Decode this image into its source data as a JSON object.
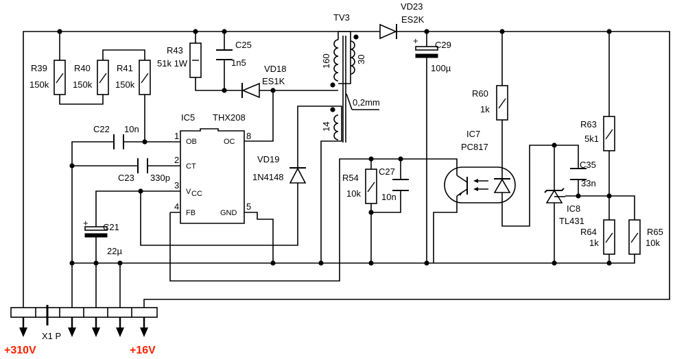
{
  "components": {
    "r39": {
      "ref": "R39",
      "value": "150k"
    },
    "r40": {
      "ref": "R40",
      "value": "150k"
    },
    "r41": {
      "ref": "R41",
      "value": "150k"
    },
    "r43": {
      "ref": "R43",
      "value": "51k 1W"
    },
    "c25": {
      "ref": "C25",
      "value": "1n5"
    },
    "vd18": {
      "ref": "VD18",
      "value": "ES1K"
    },
    "tv3": {
      "ref": "TV3",
      "primary_turns": "160",
      "secondary_turns": "30",
      "aux_turns": "14",
      "wire": "0,2mm"
    },
    "vd23": {
      "ref": "VD23",
      "value": "ES2K"
    },
    "c29": {
      "ref": "C29",
      "value": "100µ",
      "polarity": "+"
    },
    "r60": {
      "ref": "R60",
      "value": "1k"
    },
    "ic5": {
      "ref": "IC5",
      "part": "THX208",
      "pin1": "1",
      "pin2": "2",
      "pin3": "3",
      "pin4": "4",
      "pin5": "5",
      "pin8": "8",
      "ob": "OB",
      "ct": "CT",
      "vcc_v": "V",
      "vcc_sub": "CC",
      "fb": "FB",
      "oc": "OC",
      "gnd": "GND"
    },
    "c22": {
      "ref": "C22",
      "value": "10n"
    },
    "c23": {
      "ref": "C23",
      "value": "330p"
    },
    "c21": {
      "ref": "C21",
      "value": "22µ",
      "polarity": "+"
    },
    "vd19": {
      "ref": "VD19",
      "value": "1N4148"
    },
    "r54": {
      "ref": "R54",
      "value": "10k"
    },
    "c27": {
      "ref": "C27",
      "value": "10n"
    },
    "ic7": {
      "ref": "IC7",
      "part": "PC817"
    },
    "r63": {
      "ref": "R63",
      "value": "5k1"
    },
    "c35": {
      "ref": "C35",
      "value": "33n"
    },
    "ic8": {
      "ref": "IC8",
      "part": "TL431"
    },
    "r64": {
      "ref": "R64",
      "value": "1k"
    },
    "r65": {
      "ref": "R65",
      "value": "10k"
    }
  },
  "connector": {
    "ref": "X1 P",
    "plus310": "+310V",
    "plus16": "+16V"
  }
}
